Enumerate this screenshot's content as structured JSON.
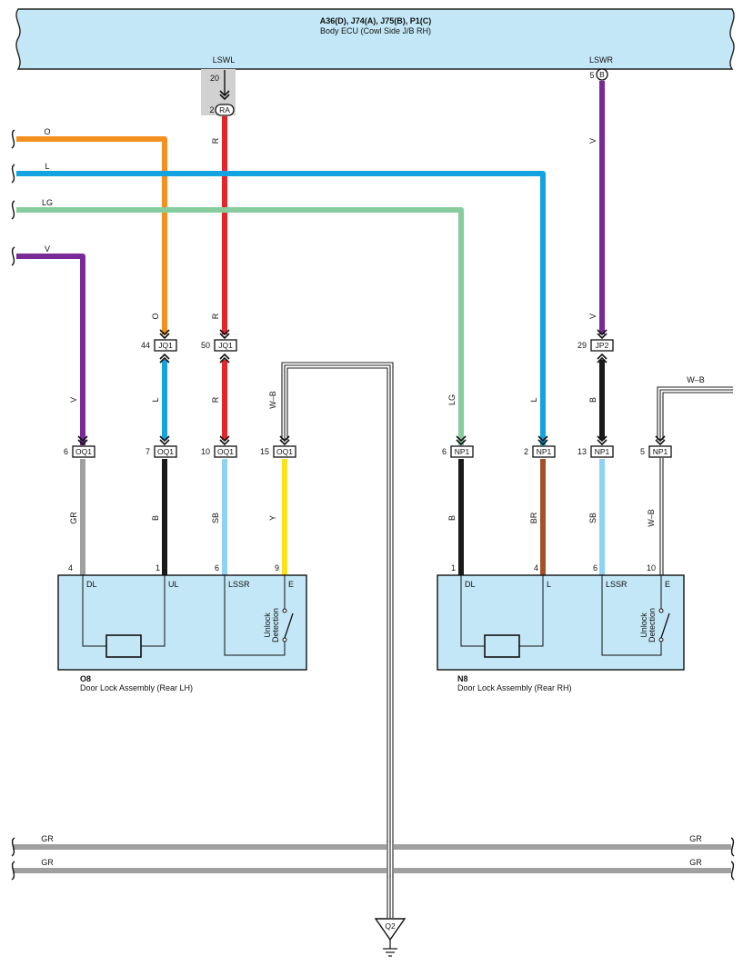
{
  "ecu": {
    "title": "A36(D), J74(A), J75(B), P1(C)",
    "subtitle": "Body ECU (Cowl Side J/B RH)",
    "pin_lswl_label": "LSWL",
    "pin_lswl_num": "20",
    "pin_lswr_label": "LSWR",
    "pin_lswr_num": "5",
    "pin_lswr_conn": "B"
  },
  "ra_connector": {
    "pin": "2",
    "name": "RA"
  },
  "left_inputs": [
    {
      "color_code": "O",
      "color": "#f39020"
    },
    {
      "color_code": "L",
      "color": "#12a3e0"
    },
    {
      "color_code": "LG",
      "color": "#86cc9c"
    },
    {
      "color_code": "V",
      "color": "#7a2a96"
    }
  ],
  "wires": {
    "ecu_left": "R",
    "ecu_right": "V",
    "o_down": "O",
    "r_down": "R",
    "v_down": "V",
    "l_mid": "L",
    "r_mid": "R",
    "v_mid": "V",
    "wb_mid": "W–B",
    "lg_right": "LG",
    "l_right": "L",
    "b_right": "B",
    "wb_right_top": "W–B",
    "gr_lh": "GR",
    "b_lh": "B",
    "sb_lh": "SB",
    "y_lh": "Y",
    "b_rh": "B",
    "br_rh": "BR",
    "sb_rh": "SB",
    "wb_rh": "W–B"
  },
  "junctions": {
    "jq1_a": {
      "pin": "44",
      "name": "JQ1"
    },
    "jq1_b": {
      "pin": "50",
      "name": "JQ1"
    },
    "jp2": {
      "pin": "29",
      "name": "JP2"
    },
    "oq1": [
      {
        "pin": "6",
        "name": "OQ1"
      },
      {
        "pin": "7",
        "name": "OQ1"
      },
      {
        "pin": "10",
        "name": "OQ1"
      },
      {
        "pin": "15",
        "name": "OQ1"
      }
    ],
    "np1": [
      {
        "pin": "6",
        "name": "NP1"
      },
      {
        "pin": "2",
        "name": "NP1"
      },
      {
        "pin": "13",
        "name": "NP1"
      },
      {
        "pin": "5",
        "name": "NP1"
      }
    ]
  },
  "lock_lh": {
    "code": "O8",
    "name": "Door Lock Assembly (Rear LH)",
    "pins": [
      "4",
      "1",
      "6",
      "9"
    ],
    "terminals": [
      "DL",
      "UL",
      "LSSR",
      "E"
    ],
    "detection_line1": "Unlock",
    "detection_line2": "Detection"
  },
  "lock_rh": {
    "code": "N8",
    "name": "Door Lock Assembly (Rear RH)",
    "pins": [
      "1",
      "4",
      "6",
      "10"
    ],
    "terminals": [
      "DL",
      "L",
      "LSSR",
      "E"
    ],
    "detection_line1": "Unlock",
    "detection_line2": "Detection"
  },
  "bus": [
    {
      "left": "GR",
      "right": "GR"
    },
    {
      "left": "GR",
      "right": "GR"
    }
  ],
  "ground": {
    "name": "Q2"
  },
  "colors": {
    "orange": "#f39020",
    "red": "#e4262c",
    "blue": "#12a3e0",
    "light_green": "#86cc9c",
    "violet": "#7a2a96",
    "black": "#1a1a1a",
    "gray": "#a0a0a0",
    "sky_blue": "#8fd3f4",
    "yellow": "#fde11a",
    "brown": "#a5502b",
    "box_fill": "#c3e7f7"
  }
}
